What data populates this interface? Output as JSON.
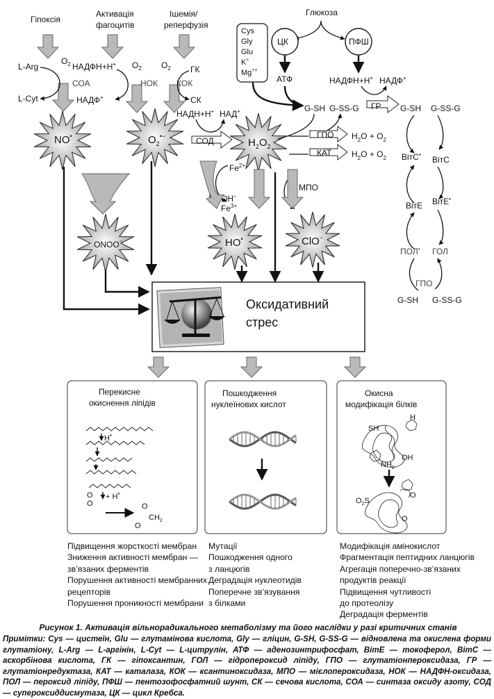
{
  "inputs": {
    "hypoxia": "Гіпоксія",
    "phagocyte": [
      "Активація",
      "фагоцитів"
    ],
    "ischemia": [
      "Ішемія/",
      "реперфузія"
    ],
    "glucose": "Глюкоза"
  },
  "nos": {
    "larg": "L-Arg",
    "lcyt": "L-Cyt",
    "o2": "O",
    "enzyme": "СОА",
    "product": "NO",
    "dot": "•"
  },
  "nok": {
    "nadph": "НАДФН+Н",
    "nadp": "НАДФ",
    "o2": "O",
    "enzyme": "НОК"
  },
  "kok": {
    "o2": "O",
    "gk": "ГК",
    "enzyme": "КОК",
    "sk": "СК"
  },
  "superoxide": {
    "label": "O",
    "sup": "•−"
  },
  "sod": {
    "nadh": "НАДН+Н",
    "nad": "НАД",
    "enzyme": "СОД"
  },
  "h2o2": {
    "h": "H",
    "two": "2",
    "o": "O"
  },
  "fenton": {
    "fe2": "Fe",
    "fe2sup": "2+",
    "oh": "OH",
    "ohsup": "−",
    "fe3": "Fe",
    "fe3sup": "3+"
  },
  "mpo": "МПО",
  "peroxynitrite": "ONOO",
  "hydroxyl": "HO",
  "hypochlorite": "ClO",
  "aminoacids": [
    "Cys",
    "Gly",
    "Glu",
    "K",
    "Mg"
  ],
  "krebs": "ЦК",
  "pfsh": "ПФШ",
  "atp": "АТФ",
  "gpo_group": {
    "nadph": "НАДФН+Н",
    "nadp": "НАДФ",
    "gsh": "G-SH",
    "gssg": "G-SS-G",
    "gr": "ГР",
    "gpo": "ГПО",
    "kat": "КАТ",
    "h2o_o2": "H",
    "o2": "O"
  },
  "chain": {
    "gsh1": "G-SH",
    "gssg1": "G-SS-G",
    "vitc_rad": "ВітС",
    "vitc": "ВітС",
    "vite": "ВітЕ",
    "vite_rad": "ВітЕ",
    "pol": "ПОЛ",
    "gol": "ГОЛ",
    "gpo": "ГПО",
    "gsh2": "G-SH",
    "gssg2": "G-SS-G"
  },
  "stress": [
    "Оксидативний",
    "стрес"
  ],
  "effects": [
    {
      "title": [
        "Перекисне",
        "окиснення ліпідів"
      ]
    },
    {
      "title": [
        "Пошкодження",
        "нуклеїнових кислот"
      ]
    },
    {
      "title": [
        "Окисна",
        "модифікація білків"
      ]
    }
  ],
  "lipid_marks": {
    "h": "H",
    "o": "O",
    "ch2": "CH",
    "protein_sh": "SH",
    "protein_nh2": "NH",
    "protein_oh": "OH",
    "protein_o2s": "O"
  },
  "outcomes": {
    "lipids": [
      "Підвищення жорсткості мембран",
      "Зниження активності мембран —",
      "зв’язаних ферментів",
      "Порушення активності мембранних",
      "рецепторів",
      "Порушення проникності мембрани"
    ],
    "nucleic": [
      "Мутації",
      "Пошкодження одного",
      "з ланцюгів",
      "Деградація нуклеотидів",
      "Поперечне зв’язування",
      "з білками"
    ],
    "proteins": [
      "Модифікація амінокислот",
      "Фрагментація пептидних ланцюгів",
      "Агрегація поперечно-зв’язаних",
      "продуктів реакції",
      "Підвищення чутливості",
      "до протеолізу",
      "Деградація ферментів"
    ]
  },
  "caption": "Рисунок 1. Активація вільнорадикального метаболізму та його наслідки у разі критичних станів",
  "notes": "Примітки: Cys — цистеїн, Glu — глутамінова кислота, Gly — гліцин, G-SH, G-SS-G — відновлена та окислена форми глутатіону, L-Arg — L-аргінін, L-Cyt — L-цитрулін, АТФ — аденозинтрифосфат, ВітЕ — токоферол, ВітС — аскорбінова кислота, ГК — гіпоксантин, ГОЛ — гідропероксид ліпіду, ГПО — глутатіонпероксидаза, ГР — глутатіонредуктаза, КАТ — каталаза, КОК — ксантиноксидаза, МПО — мієлопероксидаза, НОК — НАДФН-оксидаза, ПОЛ — пероксид ліпіду, ПФШ — пентозофосфатний шунт, СК — сечова кислота, СОА — синтаза оксиду азоту, СОД — супероксиддисмутаза, ЦК — цикл Кребса."
}
